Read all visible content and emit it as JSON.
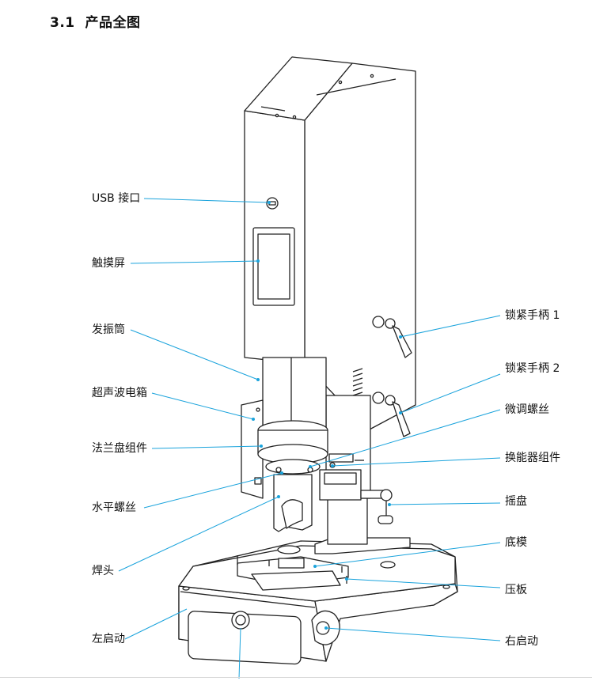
{
  "section": {
    "number": "3.1",
    "title": "产品全图"
  },
  "labels": {
    "usb": "USB 接口",
    "touchscreen": "触摸屏",
    "vibration_tube": "发振筒",
    "ultrasonic_box": "超声波电箱",
    "flange": "法兰盘组件",
    "level_screw": "水平螺丝",
    "welding_head": "焊头",
    "left_start": "左启动",
    "lock_handle_1": "锁紧手柄 1",
    "lock_handle_2": "锁紧手柄 2",
    "fine_screw": "微调螺丝",
    "transducer": "换能器组件",
    "crank": "摇盘",
    "bottom_mold": "底模",
    "press_plate": "压板",
    "right_start": "右启动"
  },
  "colors": {
    "leader": "#1aa3dc",
    "line": "#222222"
  }
}
